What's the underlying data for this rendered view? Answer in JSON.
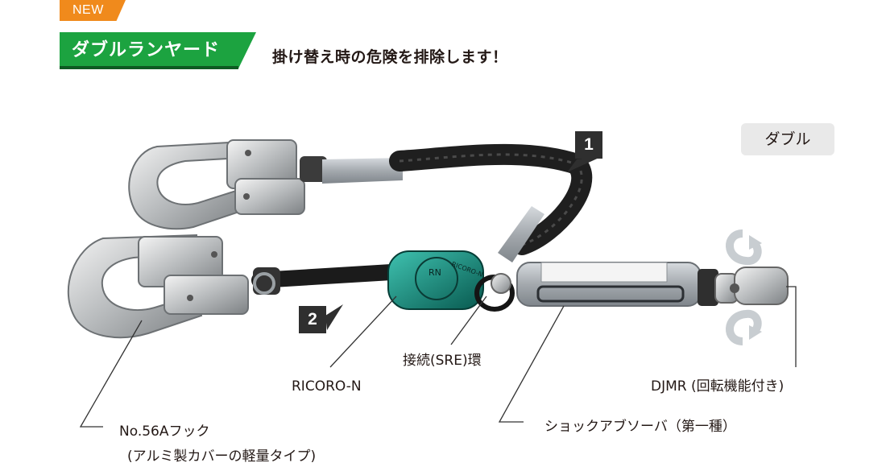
{
  "badge": {
    "new": "NEW"
  },
  "header": {
    "title": "ダブルランヤード",
    "subtitle": "掛け替え時の危険を排除します！"
  },
  "type_label": "ダブル",
  "markers": {
    "one": "1",
    "two": "2"
  },
  "device_text": {
    "brand": "RICORO-N",
    "rn": "RN"
  },
  "callouts": {
    "connector": "接続(SRE)環",
    "ricoro": "RICORO-N",
    "djmr": "DJMR (回転機能付き)",
    "hook_line1": "No.56Aフック",
    "hook_line2": "(アルミ製カバーの軽量タイプ)",
    "absorber": "ショックアブソーバ（第一種）"
  },
  "colors": {
    "accent_green": "#1ca340",
    "new_orange": "#f08a1c",
    "device_teal": "#0f8f80"
  }
}
